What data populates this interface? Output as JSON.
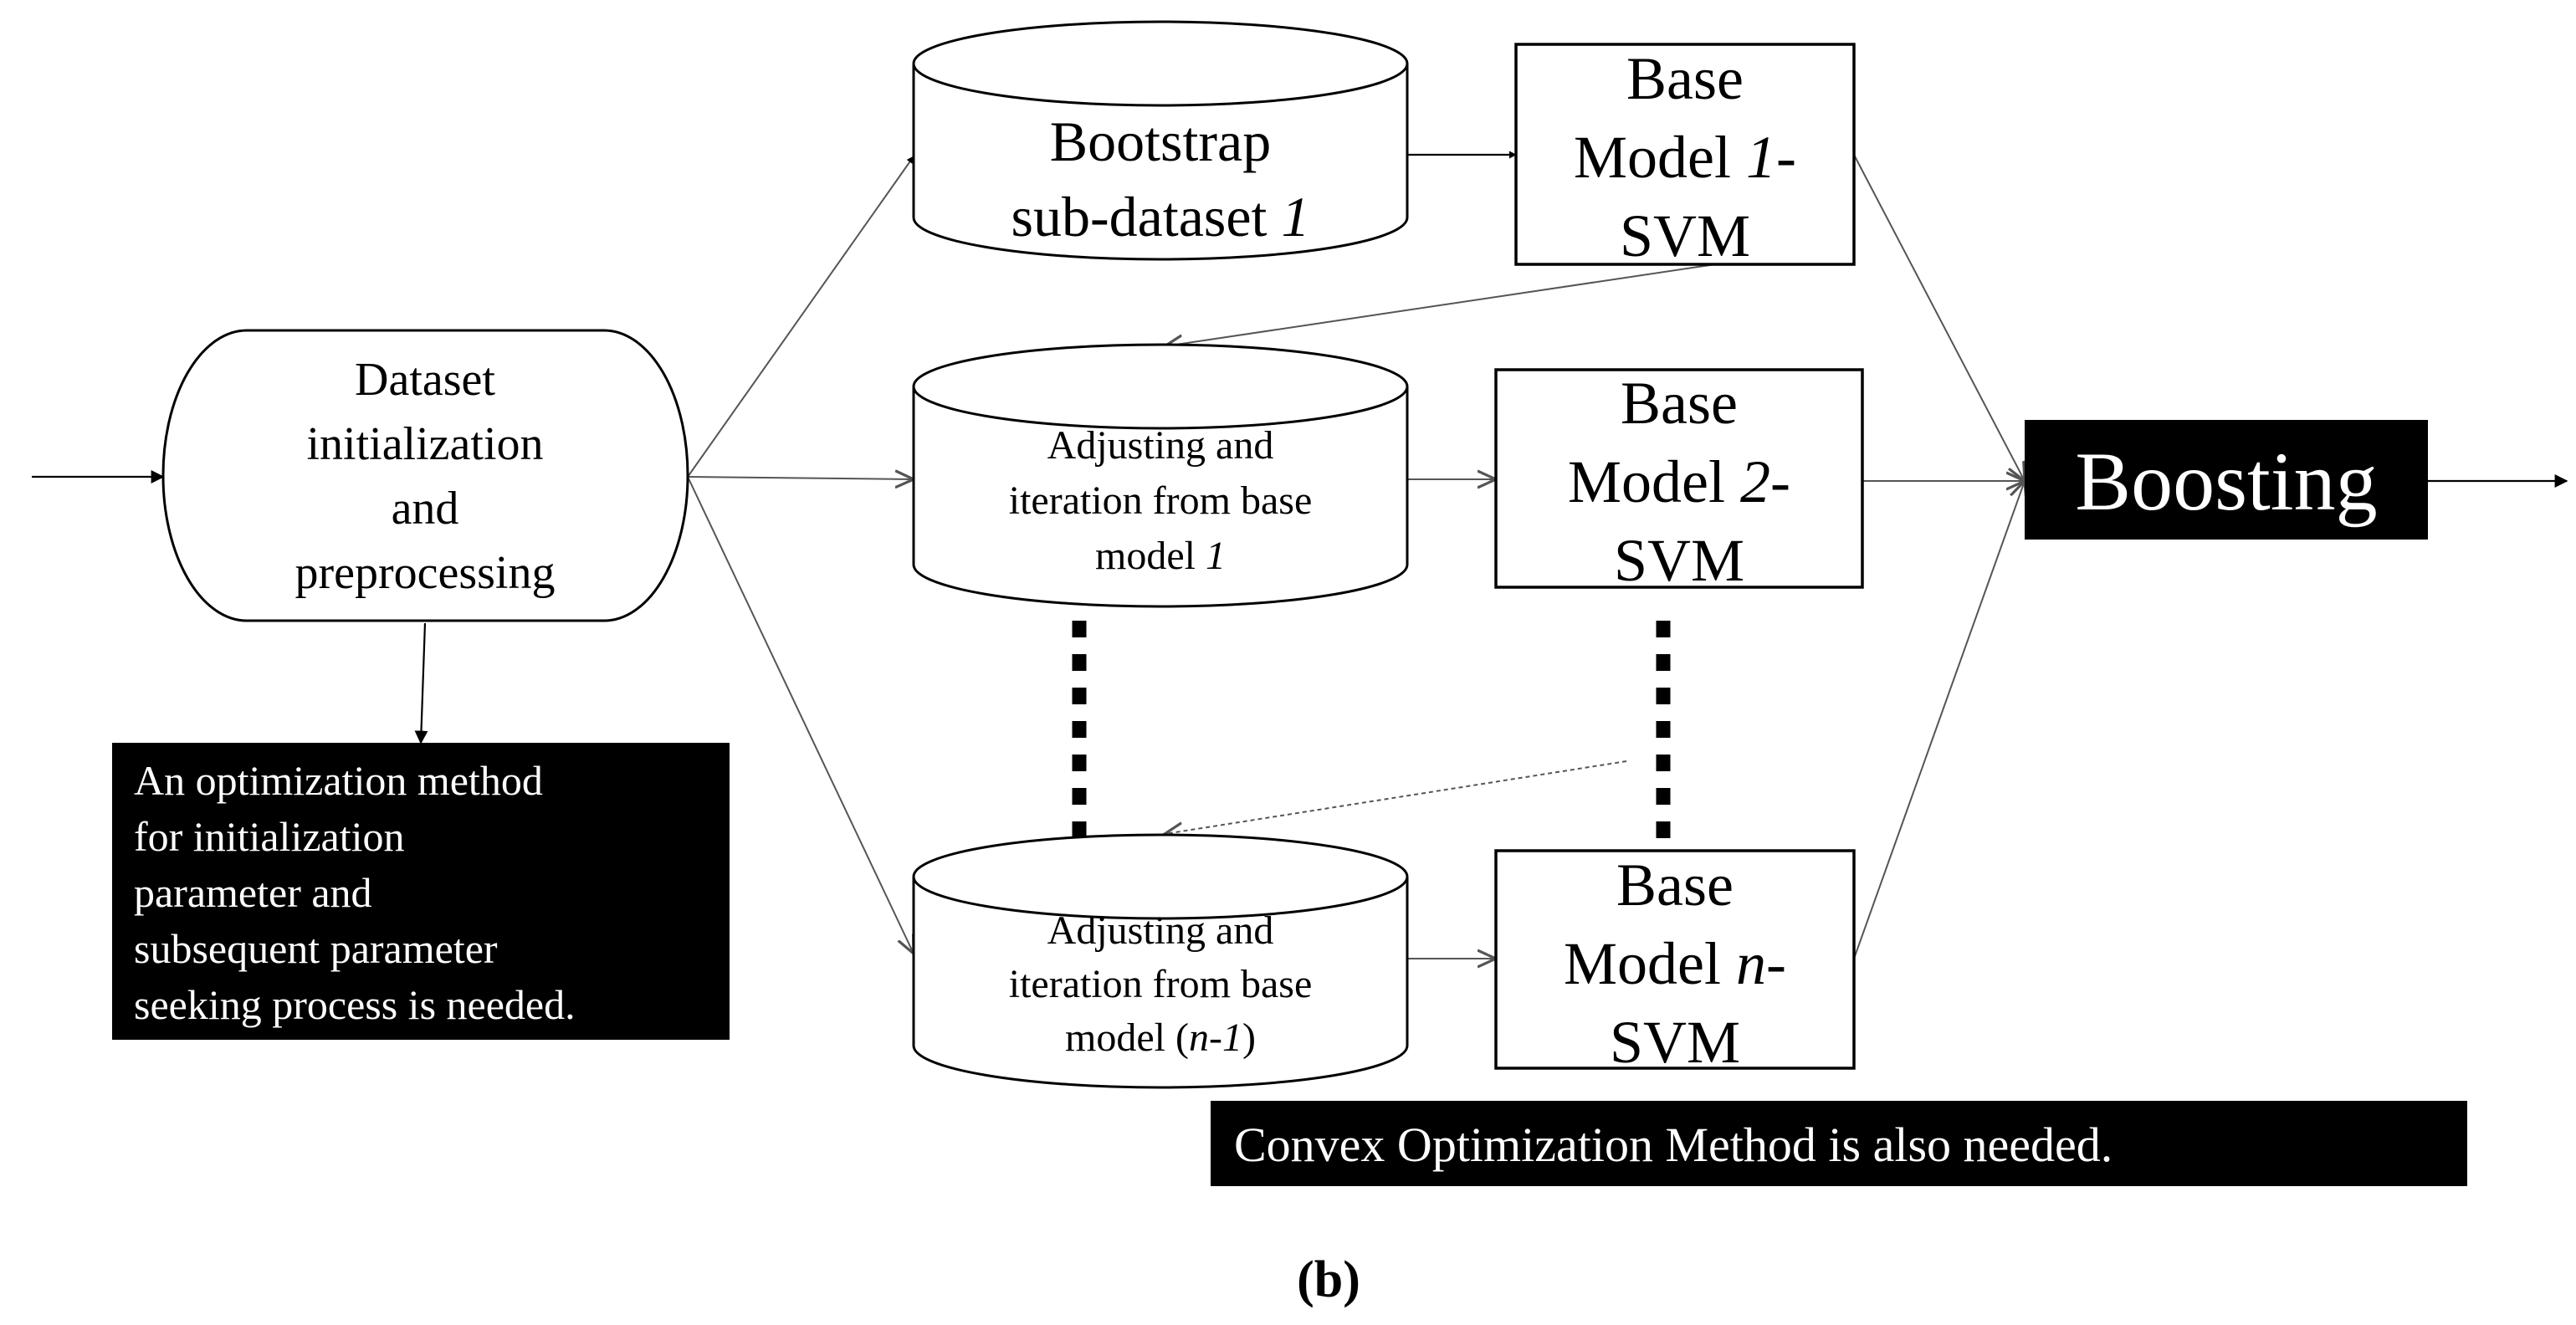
{
  "nodes": {
    "dataset": {
      "lines": [
        "Dataset",
        "initialization",
        "and",
        "preprocessing"
      ]
    },
    "optimization_note": {
      "lines": [
        "An optimization method",
        "for initialization",
        "parameter and",
        "subsequent parameter",
        "seeking process is needed."
      ]
    },
    "bootstrap": {
      "line1": "Bootstrap",
      "line2_prefix": "sub-dataset ",
      "line2_italic": "1"
    },
    "adjust_1": {
      "line1": "Adjusting and",
      "line2": "iteration from base",
      "line3_prefix": "model ",
      "line3_italic": "1"
    },
    "adjust_n": {
      "line1": "Adjusting and",
      "line2": "iteration from base",
      "line3_prefix": "model (",
      "line3_italic": "n-1",
      "line3_suffix": ")"
    },
    "base_1": {
      "line1": "Base",
      "line2_prefix": "Model ",
      "line2_italic": "1",
      "line2_suffix": "-",
      "line3": "SVM"
    },
    "base_2": {
      "line1": "Base",
      "line2_prefix": "Model ",
      "line2_italic": "2",
      "line2_suffix": "-",
      "line3": "SVM"
    },
    "base_n": {
      "line1": "Base",
      "line2_prefix": "Model ",
      "line2_italic": "n",
      "line2_suffix": "-",
      "line3": "SVM"
    },
    "boosting": {
      "label": "Boosting"
    },
    "convex_note": {
      "label": "Convex Optimization Method is also needed."
    }
  },
  "edges": [
    {
      "from": "input",
      "to": "dataset"
    },
    {
      "from": "dataset",
      "to": "optimization_note"
    },
    {
      "from": "dataset",
      "to": "bootstrap"
    },
    {
      "from": "dataset",
      "to": "adjust_1"
    },
    {
      "from": "dataset",
      "to": "adjust_n"
    },
    {
      "from": "bootstrap",
      "to": "base_1"
    },
    {
      "from": "base_1",
      "to": "adjust_1"
    },
    {
      "from": "adjust_1",
      "to": "base_2"
    },
    {
      "from": "base_2",
      "to": "adjust_n",
      "style": "dotted"
    },
    {
      "from": "adjust_n",
      "to": "base_n"
    },
    {
      "from": "base_1",
      "to": "boosting"
    },
    {
      "from": "base_2",
      "to": "boosting"
    },
    {
      "from": "base_n",
      "to": "boosting"
    },
    {
      "from": "boosting",
      "to": "output"
    }
  ],
  "figure_label": "(b)",
  "colors": {
    "note_fill": "#000000",
    "note_text": "#ffffff",
    "line": "#555555"
  }
}
